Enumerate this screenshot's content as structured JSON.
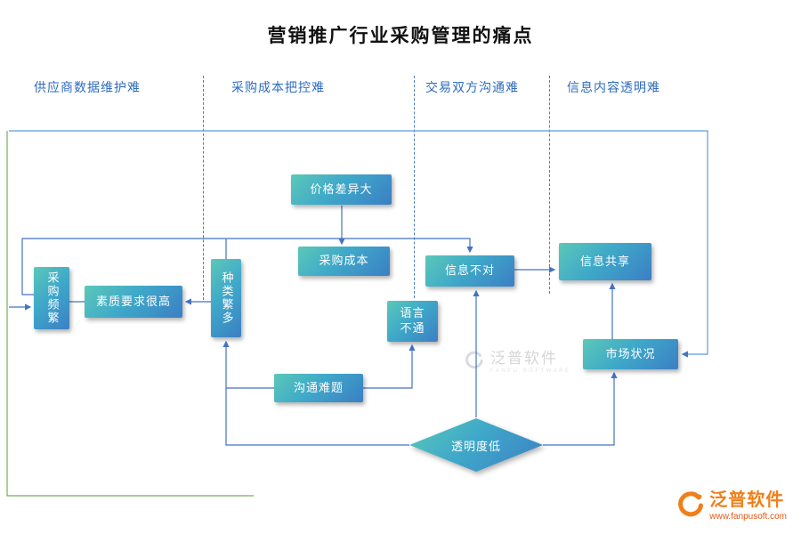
{
  "title": "营销推广行业采购管理的痛点",
  "columns": [
    {
      "label": "供应商数据维护难"
    },
    {
      "label": "采购成本把控难"
    },
    {
      "label": "交易双方沟通难"
    },
    {
      "label": "信息内容透明难"
    }
  ],
  "nodes": {
    "price_difference": {
      "label": "价格差异大",
      "shape": "rect"
    },
    "procurement_cost": {
      "label": "采购成本",
      "shape": "rect"
    },
    "info_mismatch": {
      "label": "信息不对",
      "shape": "rect"
    },
    "info_sharing": {
      "label": "信息共享",
      "shape": "rect"
    },
    "frequent_procurement": {
      "label": "采购频繁",
      "shape": "rect-vertical"
    },
    "quality_requirement": {
      "label": "素质要求很高",
      "shape": "rect"
    },
    "many_categories": {
      "label": "种类繁多",
      "shape": "rect-vertical"
    },
    "language_barrier": {
      "label": "语言不通",
      "shape": "rect"
    },
    "market_condition": {
      "label": "市场状况",
      "shape": "rect"
    },
    "communication_problem": {
      "label": "沟通难题",
      "shape": "rect"
    },
    "low_transparency": {
      "label": "透明度低",
      "shape": "diamond"
    }
  },
  "edges": [
    {
      "from": "price_difference",
      "to": "procurement_cost"
    },
    {
      "from": "frequent_procurement",
      "to": "info_mismatch"
    },
    {
      "from": "info_mismatch",
      "to": "info_sharing"
    },
    {
      "from": "many_categories",
      "to": "quality_requirement"
    },
    {
      "from": "frequent_procurement",
      "to": "quality_requirement"
    },
    {
      "from": "communication_problem",
      "to": "language_barrier"
    },
    {
      "from": "low_transparency",
      "to": "info_mismatch"
    },
    {
      "from": "low_transparency",
      "to": "market_condition"
    },
    {
      "from": "market_condition",
      "to": "info_sharing"
    },
    {
      "from": "low_transparency",
      "to": "many_categories"
    },
    {
      "from": "frame",
      "to": "market_condition"
    },
    {
      "from": "frame",
      "to": "frequent_procurement"
    }
  ],
  "watermark": {
    "name": "泛普软件",
    "sub": "FANPU SOFTWARE"
  },
  "footer": {
    "brand": "泛普软件",
    "url": "www.fanpusoft.com"
  },
  "colors": {
    "accent": "#4472c4",
    "header": "#2e6bc0",
    "frame-green": "#76ad5c",
    "frame-blue": "#5b9bd5",
    "logo-orange": "#f07f1a",
    "url-red": "#e8560e",
    "node-teal": "#5bc8b8",
    "node-blue": "#3b7fc4"
  }
}
